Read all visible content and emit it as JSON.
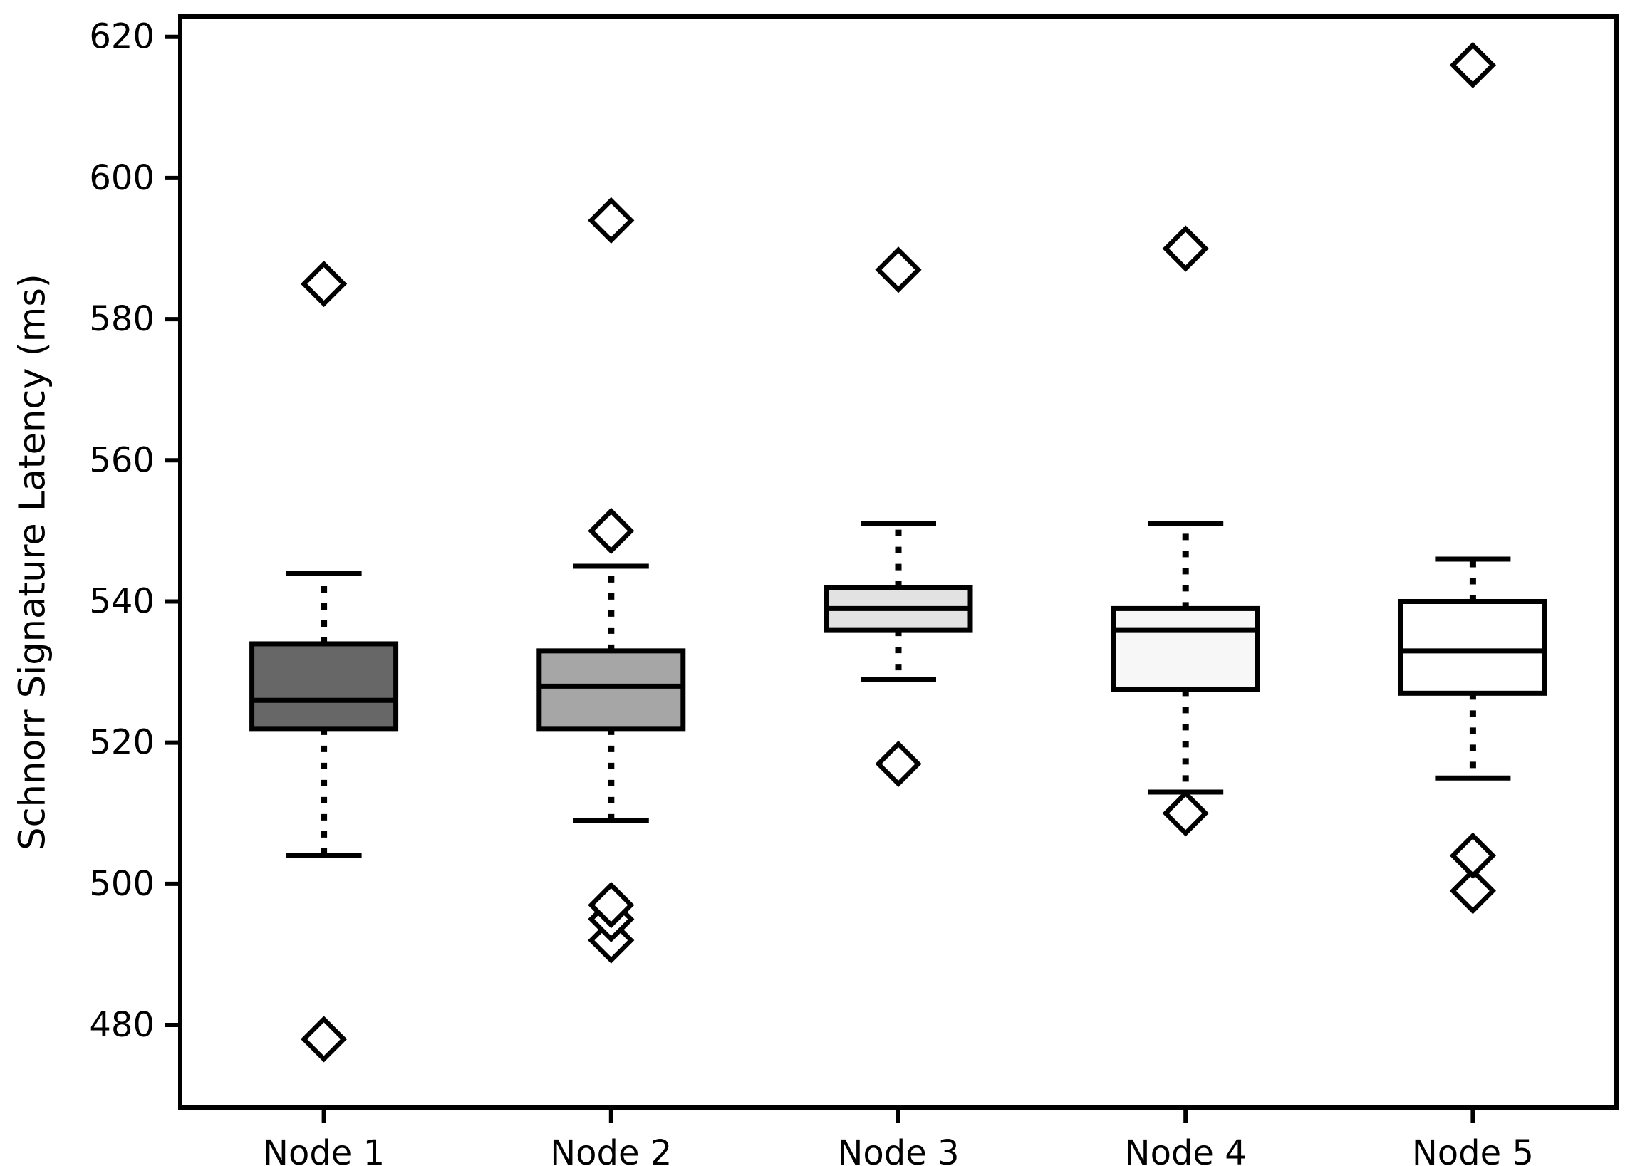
{
  "chart_data": {
    "type": "boxplot",
    "title": "",
    "xlabel": "",
    "ylabel": "Schnorr Signature Latency (ms)",
    "ylim": [
      468.3,
      622.9
    ],
    "yticks": [
      480,
      500,
      520,
      540,
      560,
      580,
      600,
      620
    ],
    "categories": [
      "Node 1",
      "Node 2",
      "Node 3",
      "Node 4",
      "Node 5"
    ],
    "grid": false,
    "legend": "none",
    "orientation": "vertical",
    "series": [
      {
        "label": "Node 1",
        "fill": "#676767",
        "whisker_low": 504,
        "q1": 522,
        "median": 526,
        "q3": 534,
        "whisker_high": 544,
        "outliers": [
          478,
          585
        ]
      },
      {
        "label": "Node 2",
        "fill": "#a6a6a6",
        "whisker_low": 509,
        "q1": 522,
        "median": 528,
        "q3": 533,
        "whisker_high": 545,
        "outliers": [
          492,
          495,
          497,
          550,
          594
        ]
      },
      {
        "label": "Node 3",
        "fill": "#e2e2e2",
        "whisker_low": 529,
        "q1": 536,
        "median": 539,
        "q3": 542,
        "whisker_high": 551,
        "outliers": [
          517,
          587
        ]
      },
      {
        "label": "Node 4",
        "fill": "#f7f7f7",
        "whisker_low": 513,
        "q1": 527.5,
        "median": 536,
        "q3": 539,
        "whisker_high": 551,
        "outliers": [
          510,
          590
        ]
      },
      {
        "label": "Node 5",
        "fill": "#ffffff",
        "whisker_low": 515,
        "q1": 527,
        "median": 533,
        "q3": 540,
        "whisker_high": 546,
        "outliers": [
          499,
          504,
          616
        ]
      }
    ],
    "style": {
      "box_edge_color": "#000000",
      "median_color": "#000000",
      "whisker_style": "dotted",
      "outlier_marker": "open-diamond",
      "outlier_fill": "#ffffff",
      "background": "#ffffff"
    }
  }
}
